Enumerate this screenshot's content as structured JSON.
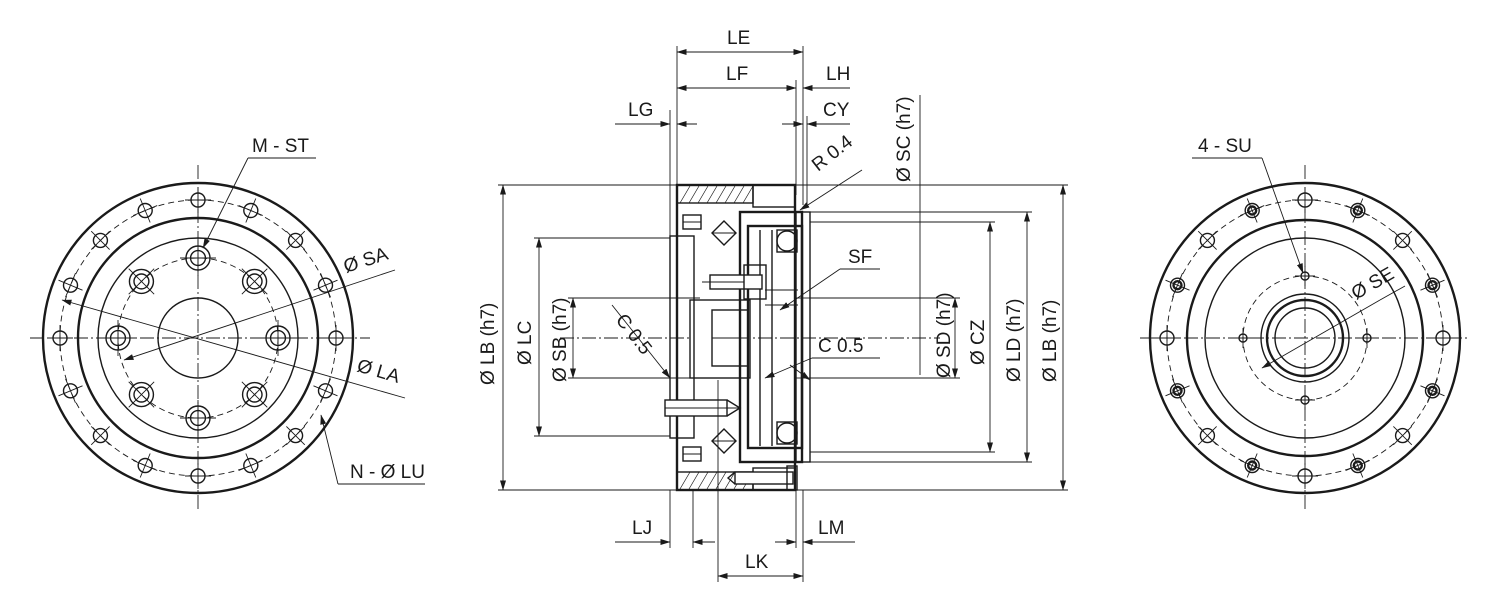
{
  "labels": {
    "m_st": "M - ST",
    "sa": "Ø SA",
    "la": "Ø LA",
    "n_lu": "N - Ø LU",
    "le": "LE",
    "lf": "LF",
    "lh": "LH",
    "lg": "LG",
    "cy": "CY",
    "r04": "R 0.4",
    "sc": "Ø SC (h7)",
    "sf": "SF",
    "lb_left": "Ø LB (h7)",
    "lc": "Ø LC",
    "sb": "Ø SB (h7)",
    "c05_left": "C 0.5",
    "c05_right": "C 0.5",
    "sd": "Ø SD (h7)",
    "cz": "Ø CZ",
    "ld": "Ø LD (h7)",
    "lb_right": "Ø LB (h7)",
    "lj": "LJ",
    "lk": "LK",
    "lm": "LM",
    "su": "4 - SU",
    "se": "Ø SE"
  }
}
